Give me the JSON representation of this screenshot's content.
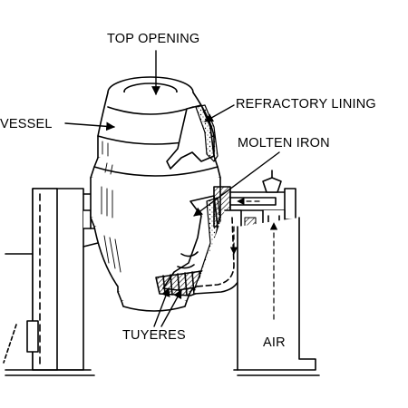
{
  "labels": {
    "top_opening": "TOP OPENING",
    "vessel": "VESSEL",
    "refractory_lining": "REFRACTORY LINING",
    "molten_iron": "MOLTEN IRON",
    "tuyeres": "TUYERES",
    "air": "AIR"
  },
  "colors": {
    "line": "#000000",
    "background": "#ffffff",
    "fill": "#ffffff"
  }
}
